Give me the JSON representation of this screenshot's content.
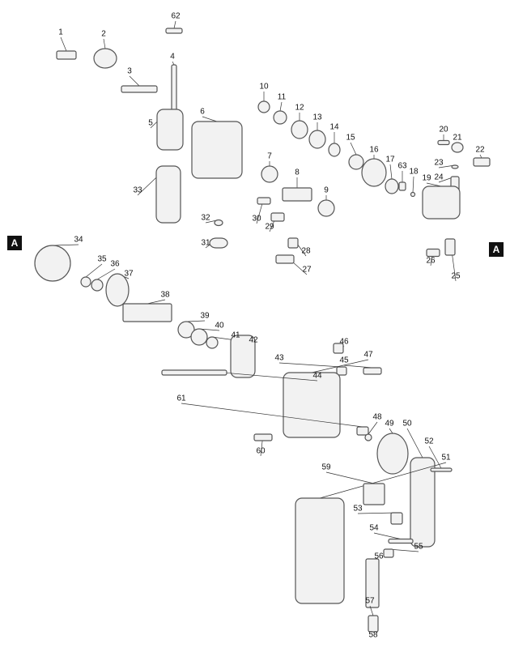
{
  "diagram": {
    "type": "exploded-parts-view",
    "part_labels": [
      "62",
      "1",
      "2",
      "4",
      "3",
      "10",
      "11",
      "6",
      "12",
      "13",
      "5",
      "14",
      "15",
      "20",
      "21",
      "16",
      "22",
      "17",
      "7",
      "23",
      "63",
      "18",
      "8",
      "24",
      "19",
      "9",
      "33",
      "32",
      "30",
      "29",
      "31",
      "28",
      "27",
      "26",
      "25",
      "34",
      "35",
      "36",
      "37",
      "38",
      "39",
      "40",
      "41",
      "42",
      "46",
      "43",
      "45",
      "47",
      "44",
      "61",
      "48",
      "49",
      "50",
      "60",
      "52",
      "51",
      "59",
      "53",
      "54",
      "55",
      "56",
      "57",
      "58"
    ],
    "reference_markers": [
      "A",
      "A"
    ],
    "colors": {
      "line": "#555555",
      "part_fill": "#f2f2f2",
      "marker": "#111111"
    }
  }
}
